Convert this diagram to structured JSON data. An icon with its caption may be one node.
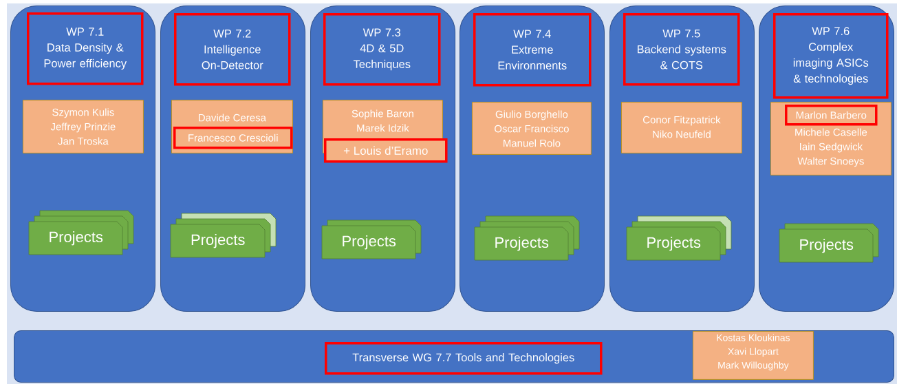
{
  "diagram": {
    "nodes": [
      {
        "text": [],
        "shape": "box"
      },
      {
        "text": [
          "WP 7.1",
          "Data Density & Power efficiency"
        ],
        "in": 0
      },
      {
        "text": [
          "Szymon Kulis",
          "Jeffrey Prinzie",
          "Jan Troska"
        ],
        "in": 0
      },
      {
        "text": [
          "Projects"
        ],
        "in": 0
      },
      {
        "text": [],
        "shape": "box"
      },
      {
        "text": [
          "WP 7.2",
          "Intelligence On-Detector"
        ],
        "in": 4
      },
      {
        "text": [
          "Davide Ceresa"
        ],
        "in": 4
      },
      {
        "text": [
          "Francesco Crescioli"
        ],
        "in": 6
      },
      {
        "text": [
          "Projects"
        ],
        "in": 4
      },
      {
        "text": [],
        "shape": "box"
      },
      {
        "text": [
          "WP 7.3",
          "4D & 5D Techniques"
        ],
        "in": 9
      },
      {
        "text": [
          "Sophie Baron",
          "Marek Idzik"
        ],
        "in": 9
      },
      {
        "text": [
          "+ Louis d’Eramo"
        ],
        "in": 9
      },
      {
        "text": [
          "Projects"
        ],
        "in": 9
      },
      {
        "text": [],
        "shape": "box"
      },
      {
        "text": [
          "WP 7.4",
          "Extreme Environments"
        ],
        "in": 14
      },
      {
        "text": [
          "Giulio Borghello",
          "Oscar Francisco",
          "Manuel Rolo"
        ],
        "in": 14
      },
      {
        "text": [
          "Projects"
        ],
        "in": 14
      },
      {
        "text": [],
        "shape": "box"
      },
      {
        "text": [
          "WP 7.5",
          "Backend systems & COTS"
        ],
        "in": 18
      },
      {
        "text": [
          "Conor Fitzpatrick",
          "Niko Neufeld"
        ],
        "in": 18
      },
      {
        "text": [
          "Projects"
        ],
        "in": 18
      },
      {
        "text": [],
        "shape": "box"
      },
      {
        "text": [
          "WP 7.6",
          "Complex imaging ASICs & technologies"
        ],
        "in": 22
      },
      {
        "text": [
          "Michele Caselle",
          "Iain Sedgwick",
          "Walter Snoeys"
        ],
        "in": 22
      },
      {
        "text": [
          "Marlon Barbero"
        ],
        "in": 24
      },
      {
        "text": [
          "Projects"
        ],
        "in": 22
      },
      {
        "text": [],
        "shape": "bar"
      },
      {
        "text": [
          "Transverse WG 7.7 Tools and Technologies"
        ],
        "in": 27
      },
      {
        "text": [
          "Kostas Kloukinas",
          "Xavi Llopart",
          "Mark Willoughby"
        ],
        "in": 27
      }
    ]
  }
}
